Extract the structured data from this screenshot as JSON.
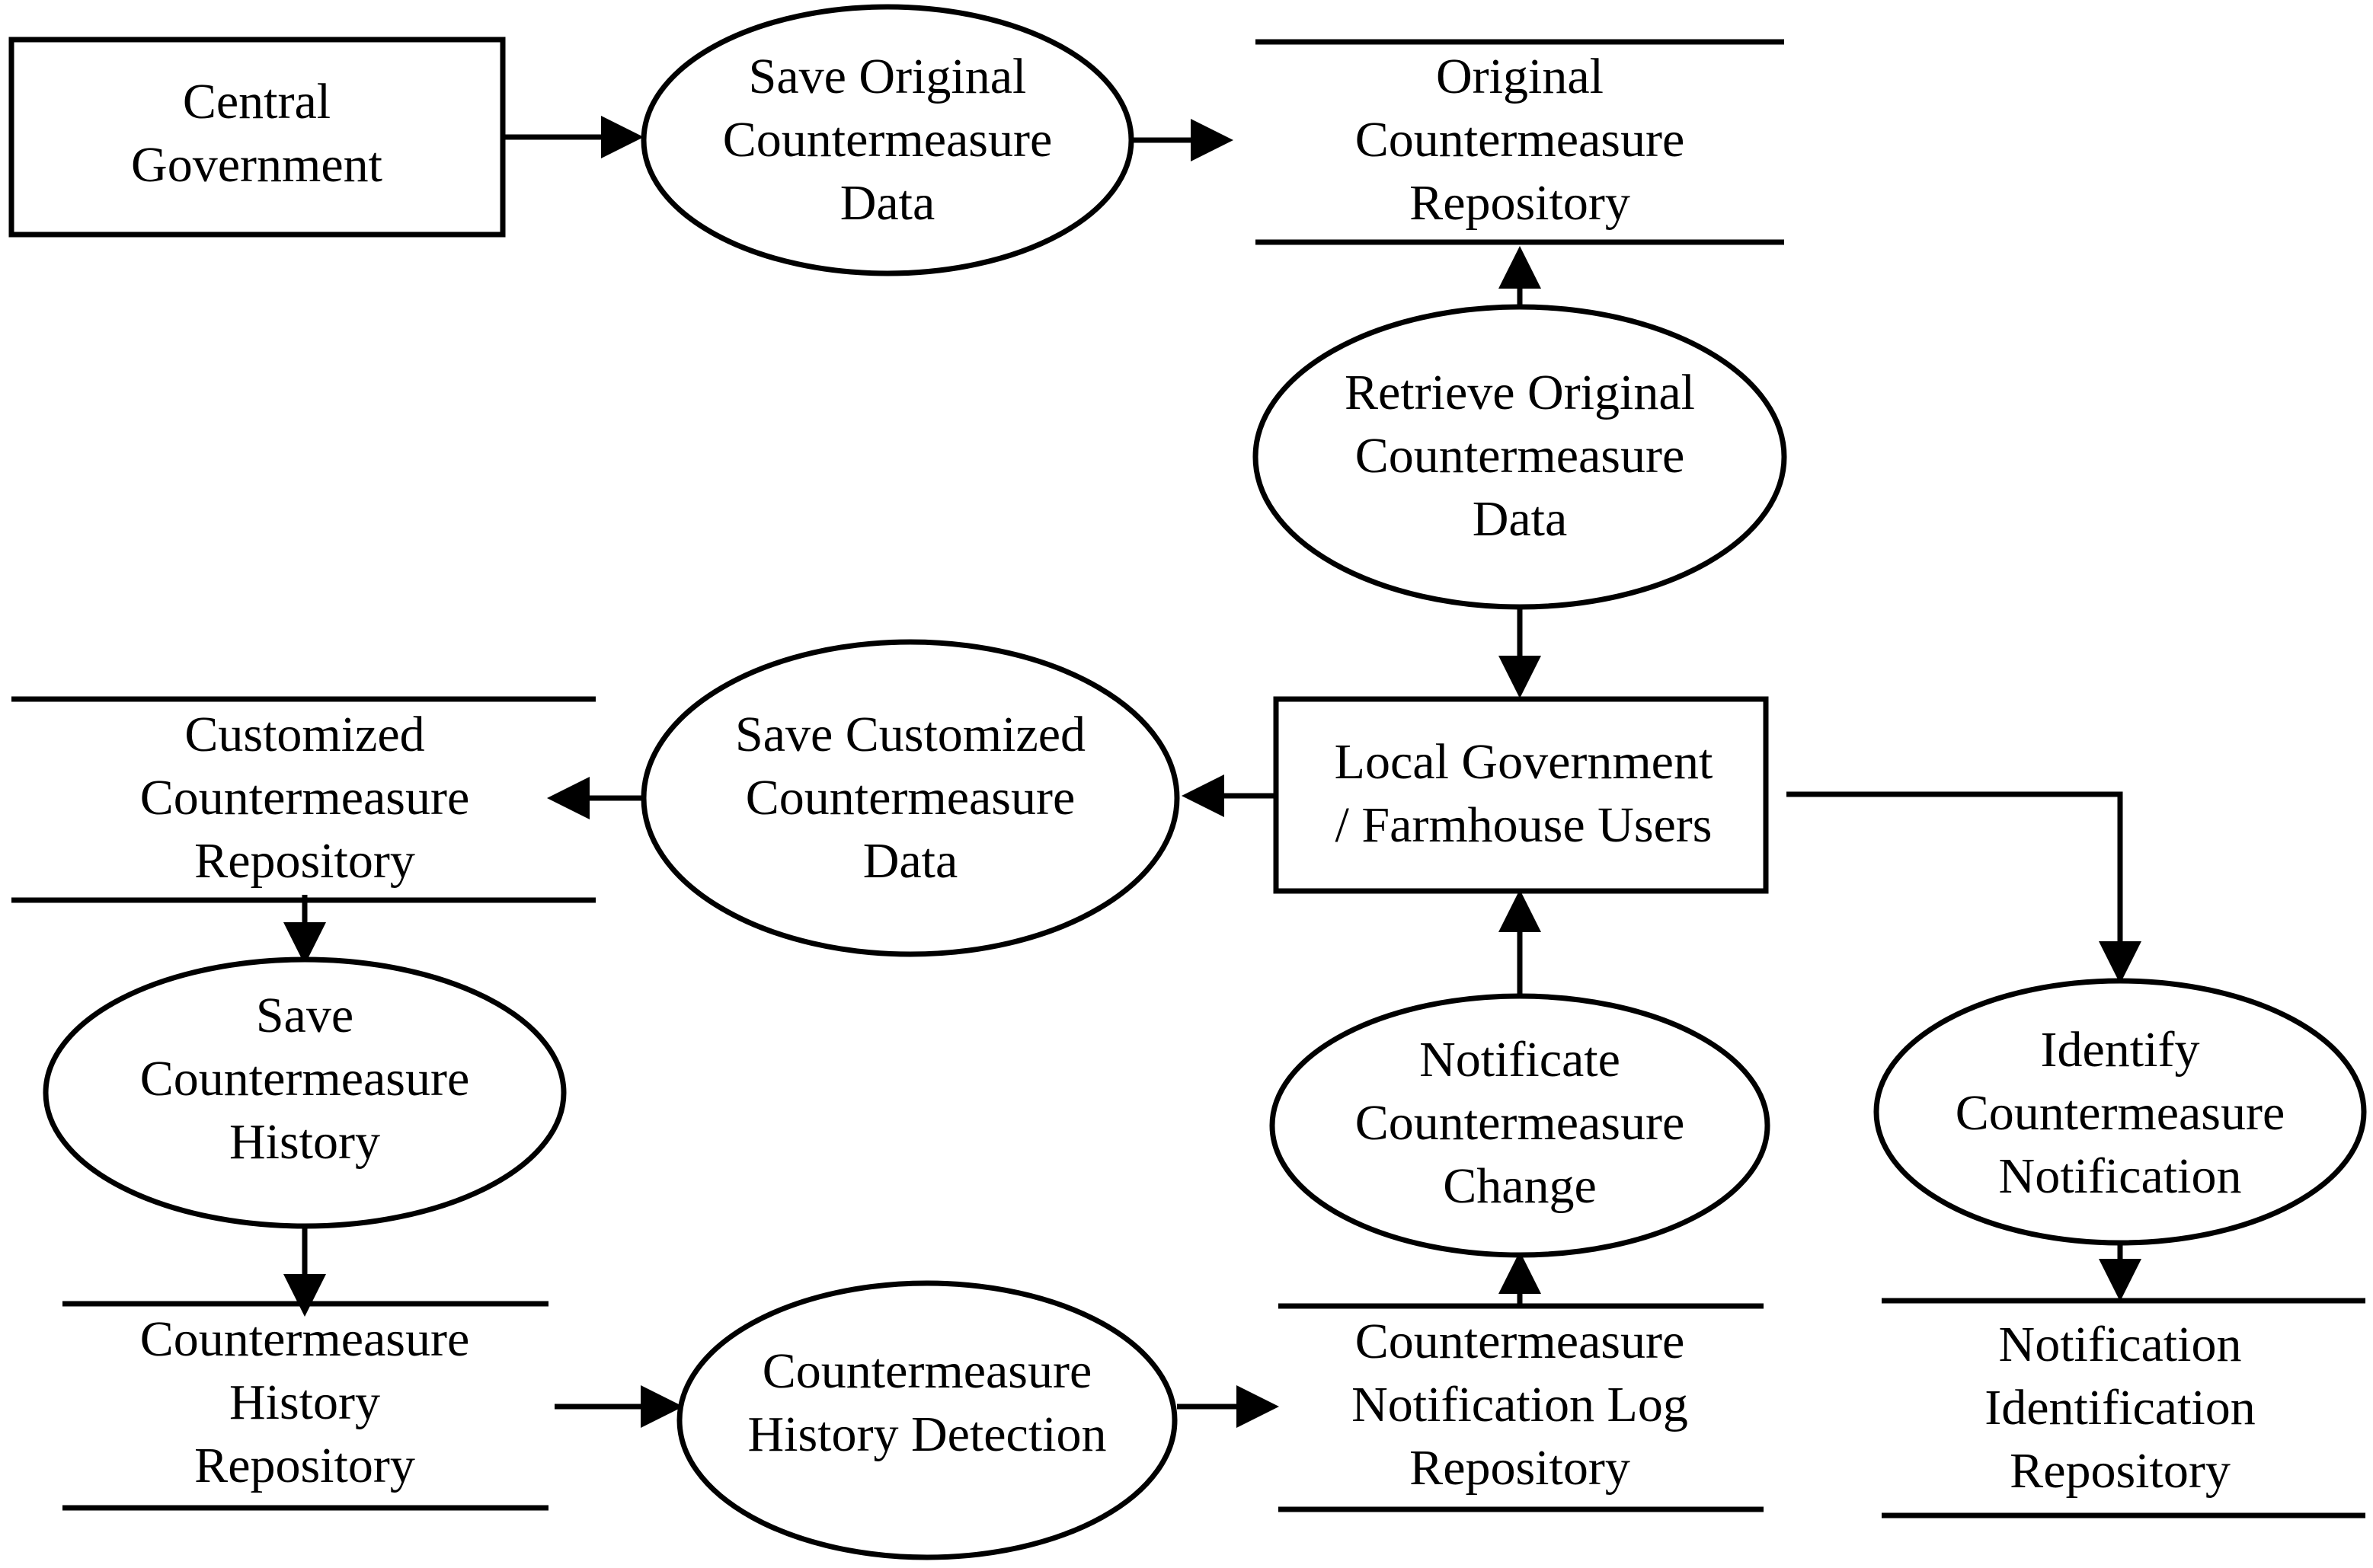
{
  "external_entities": {
    "central_government": [
      "Central",
      "Government"
    ],
    "local_users": [
      "Local Government",
      "/ Farmhouse Users"
    ]
  },
  "processes": {
    "save_original": [
      "Save Original",
      "Countermeasure",
      "Data"
    ],
    "retrieve_original": [
      "Retrieve Original",
      "Countermeasure",
      "Data"
    ],
    "save_customized": [
      "Save Customized",
      "Countermeasure",
      "Data"
    ],
    "save_history": [
      "Save",
      "Countermeasure",
      "History"
    ],
    "notificate_change": [
      "Notificate",
      "Countermeasure",
      "Change"
    ],
    "identify_notification": [
      "Identify",
      "Countermeasure",
      "Notification"
    ],
    "history_detection": [
      "Countermeasure",
      "History Detection"
    ]
  },
  "data_stores": {
    "original_repo": [
      "Original",
      "Countermeasure",
      "Repository"
    ],
    "customized_repo": [
      "Customized",
      "Countermeasure",
      "Repository"
    ],
    "history_repo": [
      "Countermeasure",
      "History",
      "Repository"
    ],
    "notification_log_repo": [
      "Countermeasure",
      "Notification Log",
      "Repository"
    ],
    "notification_id_repo": [
      "Notification",
      "Identification",
      "Repository"
    ]
  }
}
